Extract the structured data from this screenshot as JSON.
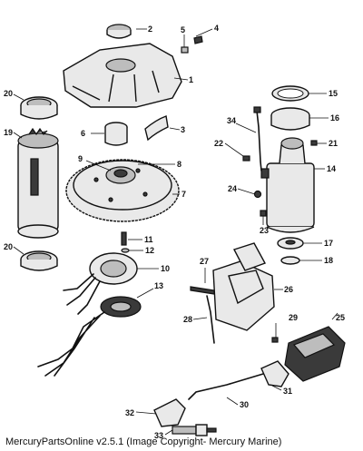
{
  "callouts": [
    "1",
    "2",
    "3",
    "4",
    "5",
    "6",
    "7",
    "8",
    "9",
    "10",
    "11",
    "12",
    "13",
    "14",
    "15",
    "16",
    "17",
    "18",
    "19",
    "20",
    "20",
    "21",
    "22",
    "23",
    "24",
    "25",
    "26",
    "27",
    "28",
    "29",
    "30",
    "31",
    "32",
    "33",
    "34"
  ],
  "footer": {
    "text": "MercuryPartsOnline v2.5.1 (Image Copyright- Mercury Marine)"
  },
  "colors": {
    "line": "#111111",
    "fill": "#e9e9e9",
    "background": "#ffffff"
  }
}
